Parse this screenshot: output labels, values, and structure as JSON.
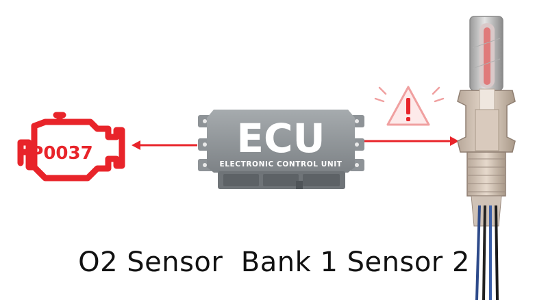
{
  "engine_light": {
    "code": "P0037",
    "icon": "check-engine-icon",
    "color": "#e8242a"
  },
  "ecu": {
    "title": "ECU",
    "subtitle": "ELECTRONIC CONTROL UNIT",
    "body_color": "#8c9296"
  },
  "warning": {
    "icon": "warning-triangle-icon",
    "color": "#f0a0a0"
  },
  "arrows": {
    "color": "#e8242a"
  },
  "sensor": {
    "icon": "oxygen-sensor-icon"
  },
  "caption": {
    "text": "O2 Sensor  Bank 1 Sensor 2"
  }
}
